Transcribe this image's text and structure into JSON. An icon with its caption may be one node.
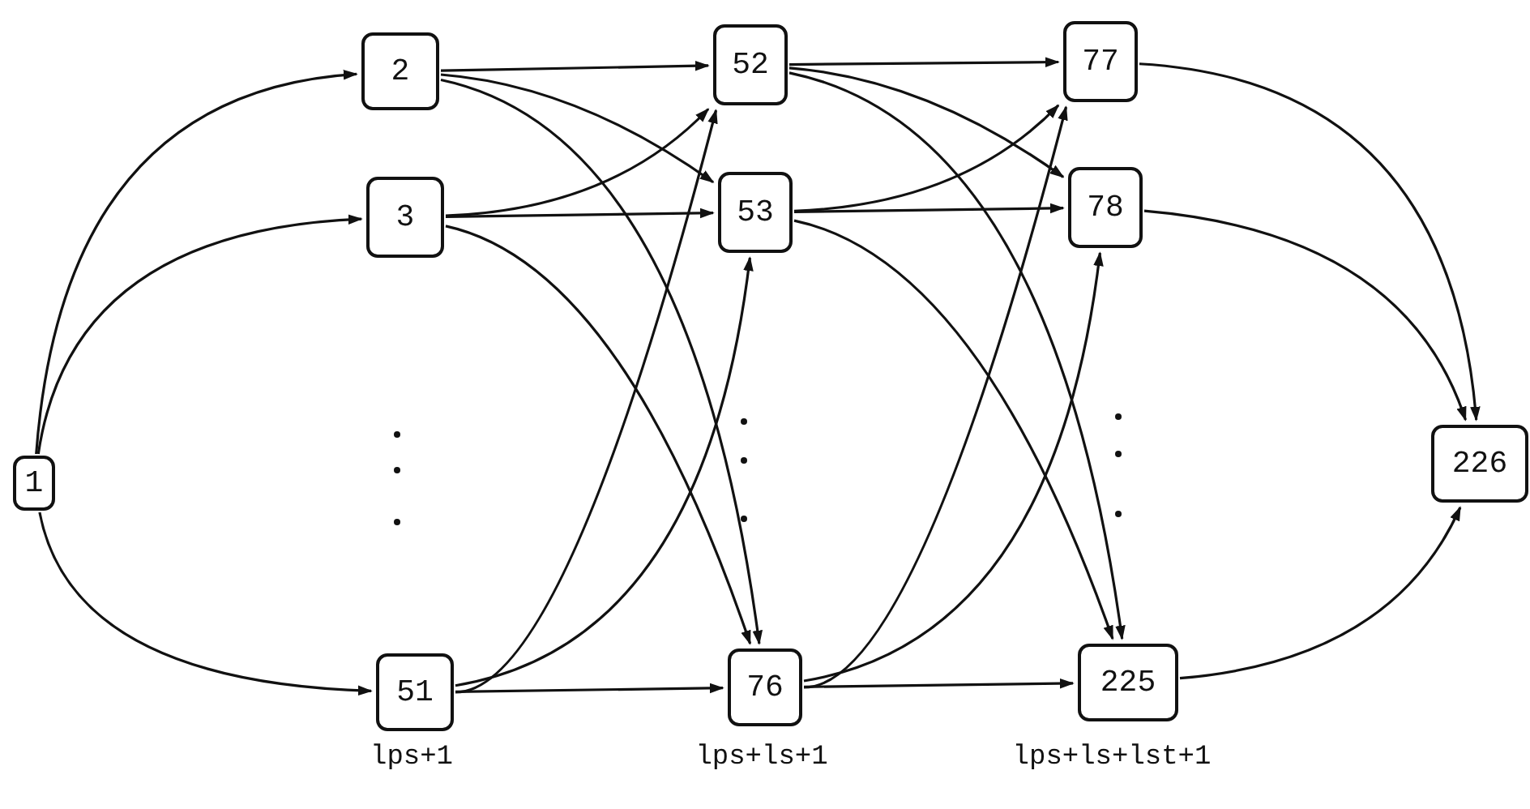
{
  "diagram": {
    "nodes": [
      {
        "text": [
          "1"
        ]
      },
      {
        "text": [
          "2"
        ]
      },
      {
        "text": [
          "3"
        ]
      },
      {
        "text": [
          "51"
        ]
      },
      {
        "text": [
          "52"
        ]
      },
      {
        "text": [
          "53"
        ]
      },
      {
        "text": [
          "76"
        ]
      },
      {
        "text": [
          "77"
        ]
      },
      {
        "text": [
          "78"
        ]
      },
      {
        "text": [
          "225"
        ]
      },
      {
        "text": [
          "226"
        ]
      }
    ],
    "edges": [
      {
        "from": 0,
        "to": 1,
        "arrow": "to"
      },
      {
        "from": 0,
        "to": 2,
        "arrow": "to"
      },
      {
        "from": 0,
        "to": 3,
        "arrow": "to"
      },
      {
        "from": 1,
        "to": 4,
        "arrow": "to"
      },
      {
        "from": 1,
        "to": 5,
        "arrow": "to"
      },
      {
        "from": 1,
        "to": 6,
        "arrow": "to"
      },
      {
        "from": 2,
        "to": 4,
        "arrow": "to"
      },
      {
        "from": 2,
        "to": 5,
        "arrow": "to"
      },
      {
        "from": 2,
        "to": 6,
        "arrow": "to"
      },
      {
        "from": 3,
        "to": 4,
        "arrow": "to"
      },
      {
        "from": 3,
        "to": 5,
        "arrow": "to"
      },
      {
        "from": 3,
        "to": 6,
        "arrow": "to"
      },
      {
        "from": 4,
        "to": 7,
        "arrow": "to"
      },
      {
        "from": 4,
        "to": 8,
        "arrow": "to"
      },
      {
        "from": 4,
        "to": 9,
        "arrow": "to"
      },
      {
        "from": 5,
        "to": 7,
        "arrow": "to"
      },
      {
        "from": 5,
        "to": 8,
        "arrow": "to"
      },
      {
        "from": 5,
        "to": 9,
        "arrow": "to"
      },
      {
        "from": 6,
        "to": 7,
        "arrow": "to"
      },
      {
        "from": 6,
        "to": 8,
        "arrow": "to"
      },
      {
        "from": 6,
        "to": 9,
        "arrow": "to"
      },
      {
        "from": 7,
        "to": 10,
        "arrow": "to"
      },
      {
        "from": 8,
        "to": 10,
        "arrow": "to"
      },
      {
        "from": 9,
        "to": 10,
        "arrow": "to"
      }
    ],
    "labels": [
      "lps+1",
      "lps+ls+1",
      "lps+ls+lst+1"
    ]
  }
}
